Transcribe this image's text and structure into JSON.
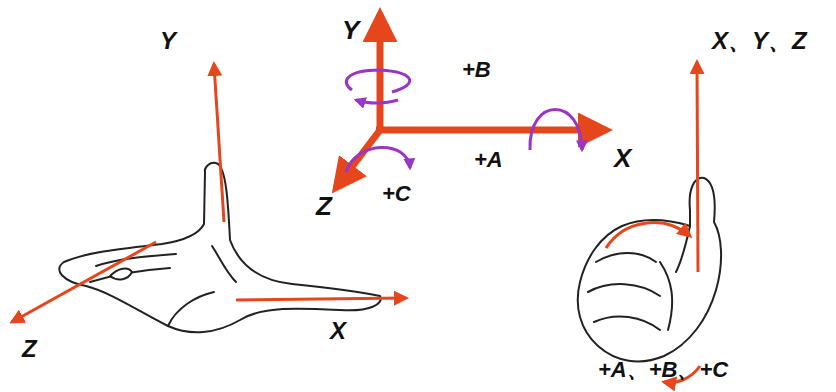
{
  "diagram": {
    "labels": [
      "Y",
      "+B",
      "X",
      "+A",
      "Z",
      "+C",
      "Y",
      "Z",
      "X",
      "X、Y、Z",
      "+A、+B、+C"
    ]
  }
}
